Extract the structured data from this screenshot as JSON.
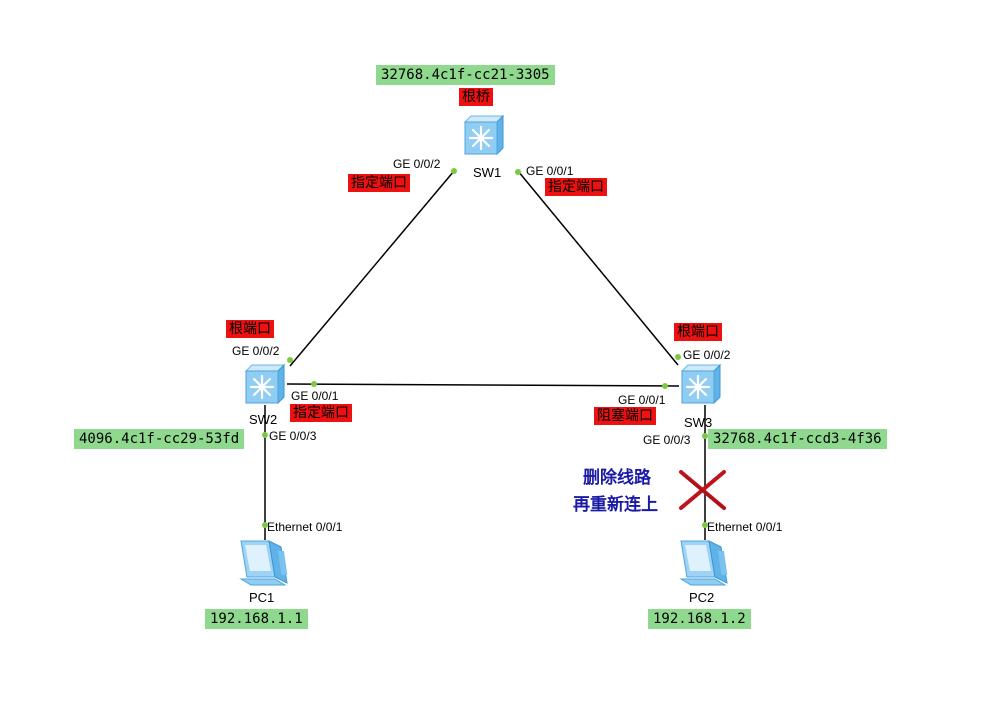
{
  "devices": {
    "sw1": {
      "name": "SW1",
      "icon": "switch-icon"
    },
    "sw2": {
      "name": "SW2",
      "icon": "switch-icon"
    },
    "sw3": {
      "name": "SW3",
      "icon": "switch-icon"
    },
    "pc1": {
      "name": "PC1",
      "icon": "pc-icon"
    },
    "pc2": {
      "name": "PC2",
      "icon": "pc-icon"
    }
  },
  "bridge_ids": {
    "sw1": "32768.4c1f-cc21-3305",
    "sw2": "4096.4c1f-cc29-53fd",
    "sw3": "32768.4c1f-ccd3-4f36"
  },
  "ip_addresses": {
    "pc1": "192.168.1.1",
    "pc2": "192.168.1.2"
  },
  "roles": {
    "sw1": "根桥",
    "sw1_ge002": "指定端口",
    "sw1_ge001": "指定端口",
    "sw2_ge002": "根端口",
    "sw2_ge001": "指定端口",
    "sw3_ge002": "根端口",
    "sw3_ge001": "阻塞端口"
  },
  "ports": {
    "sw1_ge002": "GE 0/0/2",
    "sw1_ge001": "GE 0/0/1",
    "sw2_ge002": "GE 0/0/2",
    "sw2_ge001": "GE 0/0/1",
    "sw2_ge003": "GE 0/0/3",
    "sw3_ge002": "GE 0/0/2",
    "sw3_ge001": "GE 0/0/1",
    "sw3_ge003": "GE 0/0/3",
    "pc1_eth": "Ethernet 0/0/1",
    "pc2_eth": "Ethernet 0/0/1"
  },
  "annotation": {
    "line1": "删除线路",
    "line2": "再重新连上",
    "mark_icon": "x-mark-icon",
    "mark_color": "#c0141c"
  },
  "colors": {
    "link": "#000000",
    "port_dot": "#7ac943",
    "label_green": "#8fd98f",
    "label_red": "#ee1111",
    "note_text": "#1a1aa6"
  }
}
